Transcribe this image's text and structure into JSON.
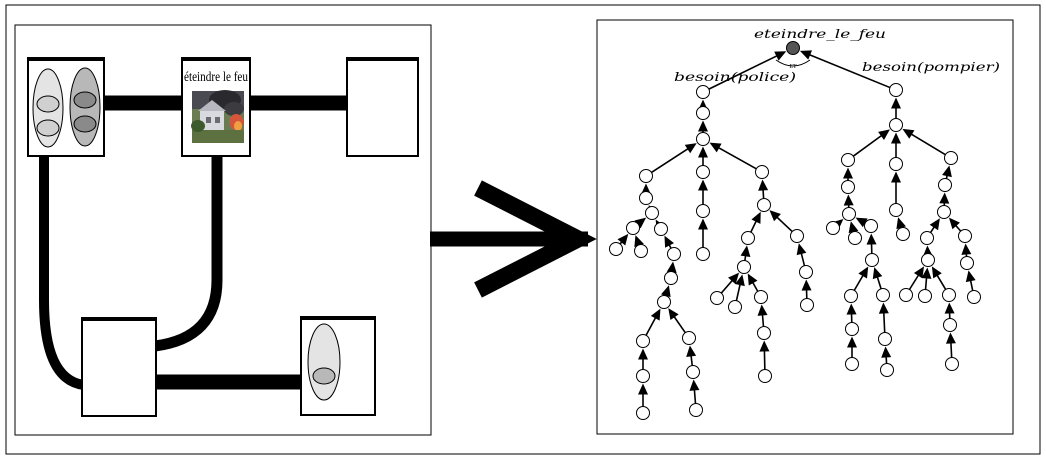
{
  "left_panel": {
    "task_label": "éteindre le feu"
  },
  "right_panel": {
    "root_label": "eteindre_le_feu",
    "and_label": "ET",
    "left_branch_label": "besoin(police)",
    "right_branch_label": "besoin(pompier)"
  },
  "colors": {
    "stroke": "#000000",
    "ellipse_fill_light": "#e4e4e4",
    "ellipse_fill_mid": "#b8b8b8",
    "ellipse_fill_dark": "#8a8a8a",
    "root_node_fill": "#555555"
  }
}
